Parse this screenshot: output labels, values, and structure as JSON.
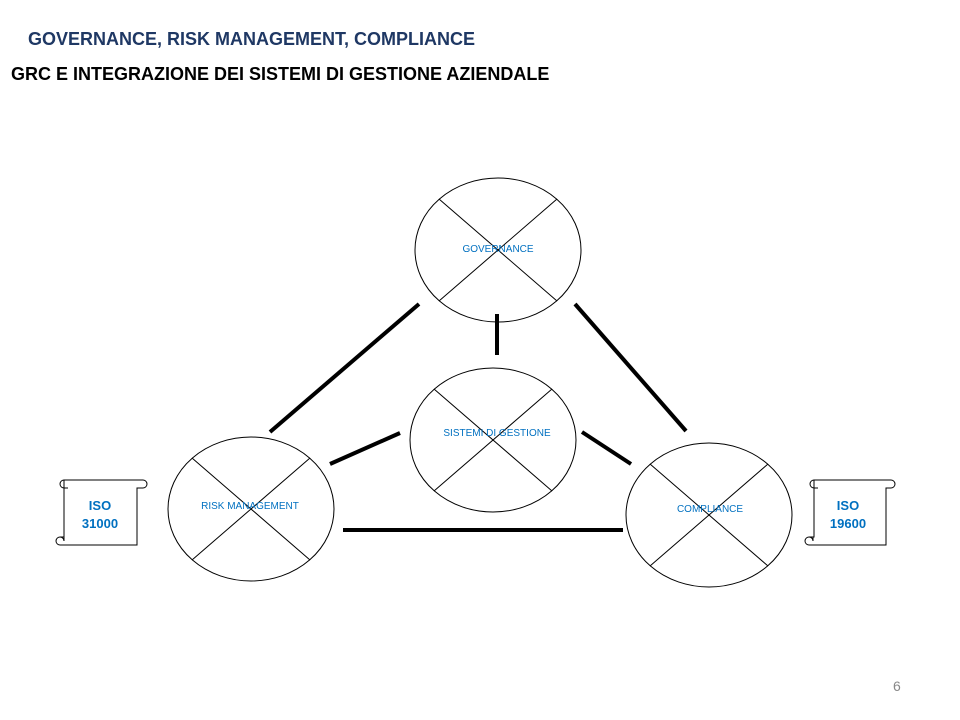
{
  "header": {
    "title": "GOVERNANCE,  RISK MANAGEMENT,  COMPLIANCE",
    "subtitle": "GRC E  INTEGRAZIONE DEI SISTEMI DI GESTIONE AZIENDALE"
  },
  "diagram": {
    "nodes": {
      "governance": "GOVERNANCE",
      "sistemi": "SISTEMI  DI GESTIONE",
      "risk": "RISK  MANAGEMENT",
      "compliance": "COMPLIANCE"
    },
    "scrolls": {
      "left": {
        "line1": "ISO",
        "line2": "31000"
      },
      "right": {
        "line1": "ISO",
        "line2": "19600"
      }
    }
  },
  "page_number": "6",
  "colors": {
    "title": "#1f3864",
    "label": "#0070c0"
  }
}
